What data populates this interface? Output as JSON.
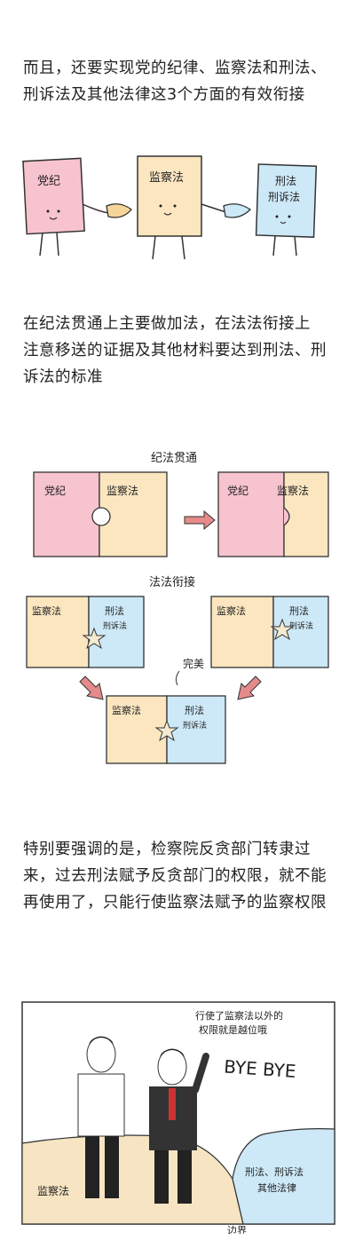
{
  "para1": {
    "lines": [
      "而且，还要实现党的纪律、监察法和刑法、",
      "刑诉法及其他法律这3个方面的有效衔接"
    ]
  },
  "handshake": {
    "left_label": "党纪",
    "mid_label": "监察法",
    "right_label_1": "刑法",
    "right_label_2": "刑诉法"
  },
  "para2": {
    "lines": [
      "在纪法贯通上主要做加法，在法法衔接上",
      "注意移送的证据及其他材料要达到刑法、刑",
      "诉法的标准"
    ]
  },
  "puzzle1": {
    "title": "纪法贯通",
    "piece_a": "党纪",
    "piece_b": "监察法",
    "piece_a2": "党纪",
    "piece_b2": "监察法"
  },
  "puzzle2": {
    "title": "法法衔接",
    "left_a": "监察法",
    "left_b1": "刑法",
    "left_b2": "刑诉法",
    "right_a": "监察法",
    "right_b1": "刑法",
    "right_b2": "刑诉法",
    "perfect": "完美",
    "bottom_a": "监察法",
    "bottom_b1": "刑法",
    "bottom_b2": "刑诉法"
  },
  "para3": {
    "lines": [
      "特别要强调的是，检察院反贪部门转隶过",
      "来，过去刑法赋予反贪部门的权限，就不能",
      "再使用了，只能行使监察法赋予的监察权限"
    ]
  },
  "comic": {
    "speech_1": "行使了监察法以外的",
    "speech_2": "权限就是越位哦",
    "bye": "BYE BYE",
    "land_left": "监察法",
    "land_right_1": "刑法、刑诉法",
    "land_right_2": "其他法律",
    "boundary": "边界"
  },
  "colors": {
    "pink": "#f7c3cf",
    "beige": "#fbe6c0",
    "blue": "#cde8f7",
    "red_accent": "#e23b3b",
    "orange_highlight": "#f6d59a"
  }
}
